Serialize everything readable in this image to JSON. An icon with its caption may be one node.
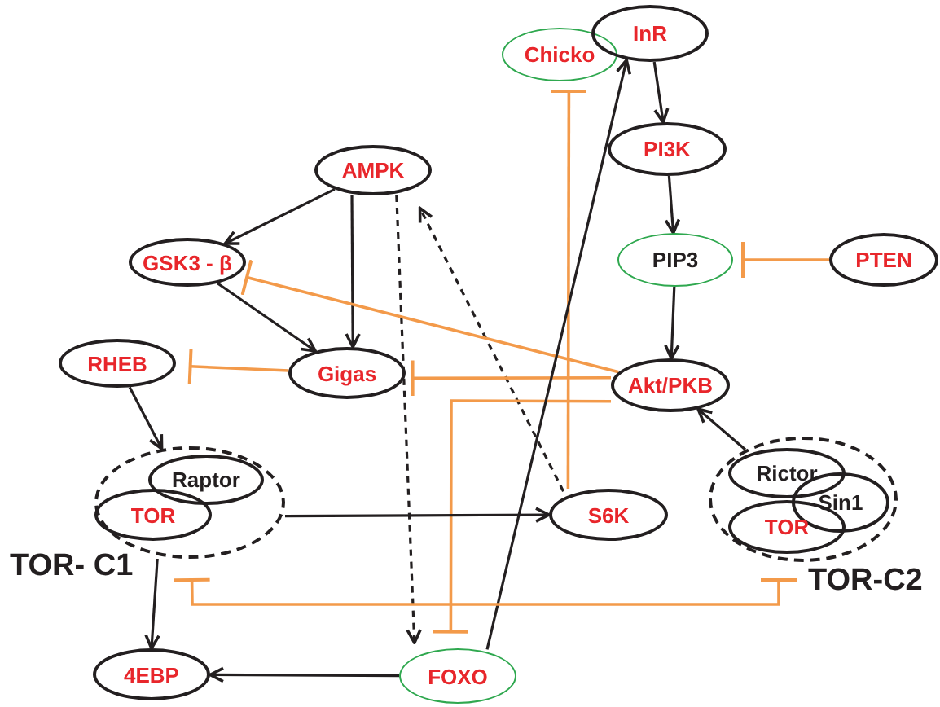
{
  "diagram": {
    "nodes": [
      {
        "text": [
          "AMPK"
        ]
      },
      {
        "text": [
          "GSK3 - β"
        ]
      },
      {
        "text": [
          "RHEB"
        ]
      },
      {
        "text": [
          "Gigas"
        ]
      },
      {
        "text": [
          "Chicko"
        ]
      },
      {
        "text": [
          "InR"
        ]
      },
      {
        "text": [
          "PI3K"
        ]
      },
      {
        "text": [
          "PIP3"
        ]
      },
      {
        "text": [
          "PTEN"
        ]
      },
      {
        "text": [
          "Akt/PKB"
        ]
      },
      {
        "text": [],
        "shape": "circle",
        "beside": [
          "TOR- C1"
        ]
      },
      {
        "text": [
          "Raptor"
        ],
        "in": 10
      },
      {
        "text": [
          "TOR"
        ],
        "in": 10
      },
      {
        "text": [
          "S6K"
        ]
      },
      {
        "text": [],
        "shape": "circle",
        "beside": [
          "TOR-C2"
        ]
      },
      {
        "text": [
          "Rictor"
        ],
        "in": 14
      },
      {
        "text": [
          "Sin1"
        ],
        "in": 14
      },
      {
        "text": [
          "TOR"
        ],
        "in": 14
      },
      {
        "text": [
          "4EBP"
        ]
      },
      {
        "text": [
          "FOXO"
        ]
      }
    ],
    "edges": [
      {
        "from": 0,
        "to": 1,
        "arrow": "to"
      },
      {
        "from": 0,
        "to": 3,
        "arrow": "to"
      },
      {
        "from": 1,
        "to": 3,
        "arrow": "to"
      },
      {
        "from": 3,
        "to": 2,
        "arrow": "other",
        "color": "#f39a4a"
      },
      {
        "from": 2,
        "to": 10,
        "arrow": "to"
      },
      {
        "from": 0,
        "to": 19,
        "arrow": "to",
        "style": "dashed"
      },
      {
        "from": 13,
        "to": 0,
        "arrow": "to",
        "style": "dashed"
      },
      {
        "from": 5,
        "to": 6,
        "arrow": "to"
      },
      {
        "from": 6,
        "to": 7,
        "arrow": "to"
      },
      {
        "from": 8,
        "to": 7,
        "arrow": "other",
        "color": "#f39a4a"
      },
      {
        "from": 7,
        "to": 9,
        "arrow": "to"
      },
      {
        "from": 9,
        "to": 1,
        "arrow": "other",
        "color": "#f39a4a"
      },
      {
        "from": 9,
        "to": 3,
        "arrow": "other",
        "color": "#f39a4a"
      },
      {
        "from": 13,
        "to": 4,
        "arrow": "other",
        "color": "#f39a4a"
      },
      {
        "from": 9,
        "to": 19,
        "arrow": "other",
        "color": "#f39a4a"
      },
      {
        "from": 19,
        "to": 5,
        "arrow": "to"
      },
      {
        "from": 14,
        "to": 9,
        "arrow": "to"
      },
      {
        "from": 10,
        "to": 13,
        "arrow": "to"
      },
      {
        "from": 10,
        "to": 18,
        "arrow": "to"
      },
      {
        "from": 19,
        "to": 18,
        "arrow": "to"
      },
      {
        "from": null,
        "to": 10,
        "arrow": "other",
        "color": "#f39a4a"
      },
      {
        "from": null,
        "to": 14,
        "arrow": "other",
        "color": "#f39a4a"
      }
    ]
  }
}
